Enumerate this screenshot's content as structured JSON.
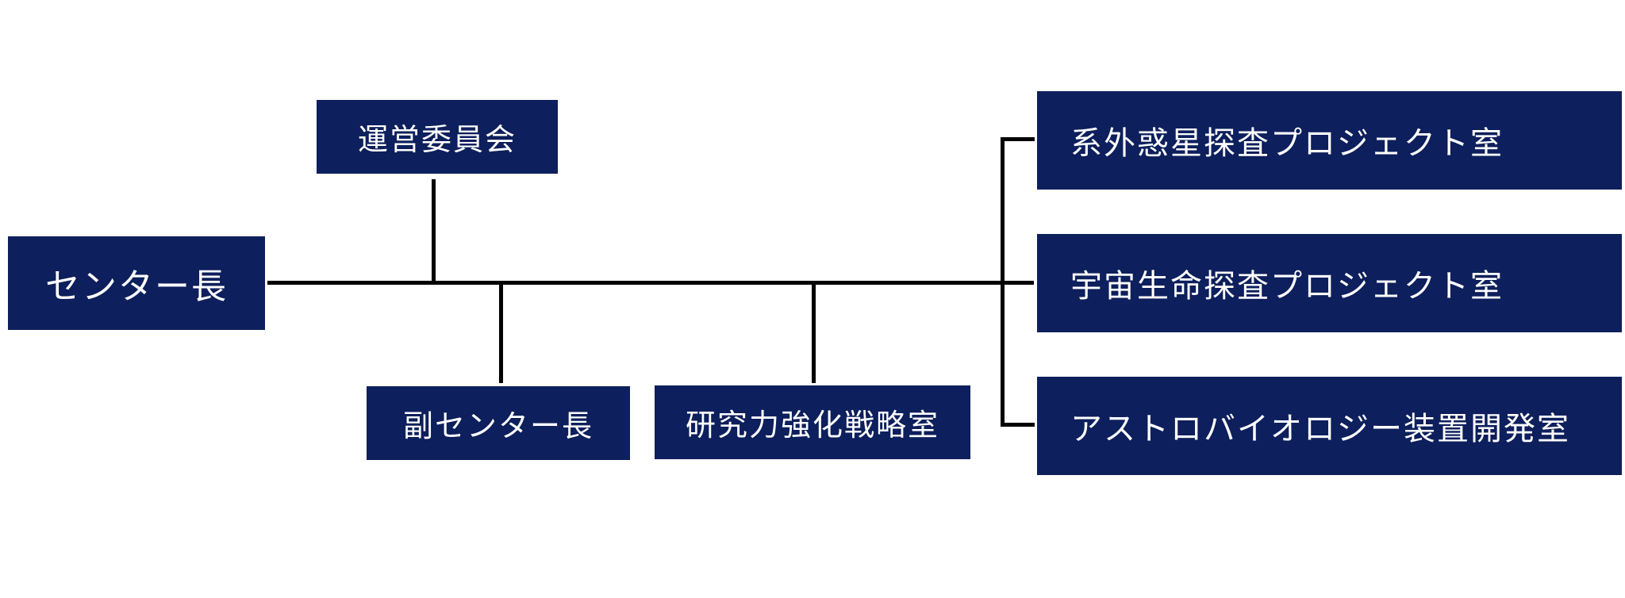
{
  "diagram": {
    "colors": {
      "box_fill": "#0d1f5c",
      "box_text": "#ffffff",
      "connector": "#000000"
    },
    "nodes": {
      "director": "センター長",
      "steering_committee": "運営委員会",
      "deputy_director": "副センター長",
      "research_strategy_office": "研究力強化戦略室",
      "exoplanet_project_office": "系外惑星探査プロジェクト室",
      "space_life_project_office": "宇宙生命探査プロジェクト室",
      "astrobiology_instrument_office": "アストロバイオロジー装置開発室"
    }
  }
}
